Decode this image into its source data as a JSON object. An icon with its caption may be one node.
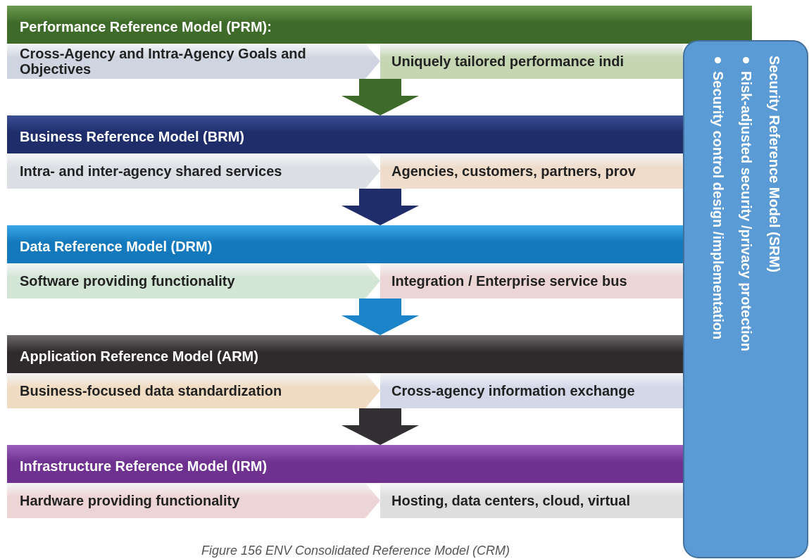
{
  "diagram": {
    "caption": "Figure 156 ENV Consolidated Reference Model (CRM)",
    "nodes": [
      {
        "text": [
          "Performance Reference Model (PRM):"
        ]
      },
      {
        "text": [
          "Cross-Agency and Intra-Agency Goals and Objectives"
        ],
        "in": 0
      },
      {
        "text": [
          "Uniquely tailored performance indi"
        ],
        "in": 0
      },
      {
        "text": [
          "Business Reference Model (BRM)"
        ]
      },
      {
        "text": [
          "Intra- and inter-agency shared services"
        ],
        "in": 3
      },
      {
        "text": [
          "Agencies, customers, partners, prov"
        ],
        "in": 3
      },
      {
        "text": [
          "Data Reference Model (DRM)"
        ]
      },
      {
        "text": [
          "Software providing functionality"
        ],
        "in": 6
      },
      {
        "text": [
          "Integration / Enterprise service bus"
        ],
        "in": 6
      },
      {
        "text": [
          "Application Reference Model (ARM)"
        ]
      },
      {
        "text": [
          "Business-focused data standardization"
        ],
        "in": 9
      },
      {
        "text": [
          "Cross-agency information exchange"
        ],
        "in": 9
      },
      {
        "text": [
          "Infrastructure Reference Model (IRM)"
        ]
      },
      {
        "text": [
          "Hardware providing functionality"
        ],
        "in": 12
      },
      {
        "text": [
          "Hosting, data centers, cloud, virtual"
        ],
        "in": 12
      },
      {
        "text": [
          "Security Reference Model (SRM)",
          "Risk-adjusted security /privacy protection",
          "Security control design /implementation"
        ]
      }
    ],
    "edges": [
      {
        "from": 0,
        "to": 3,
        "arrow": "to",
        "color": "#3f6b2a"
      },
      {
        "from": 3,
        "to": 6,
        "arrow": "to",
        "color": "#1f2d6b"
      },
      {
        "from": 6,
        "to": 9,
        "arrow": "to",
        "color": "#1b84c8"
      },
      {
        "from": 9,
        "to": 12,
        "arrow": "to",
        "color": "#333033"
      }
    ]
  }
}
